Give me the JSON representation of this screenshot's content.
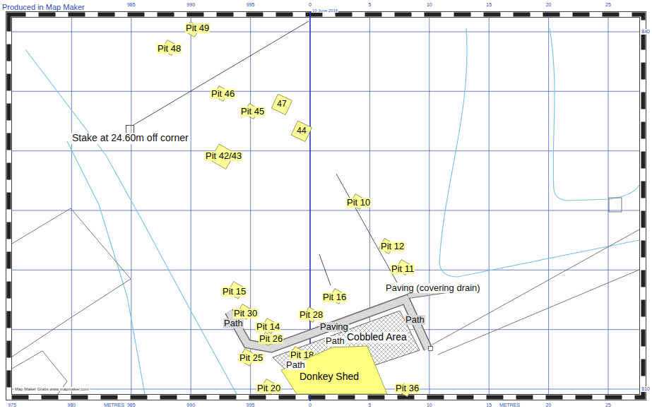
{
  "diagram": {
    "nodes": [
      {
        "text": [
          "Pit 49"
        ]
      },
      {
        "text": [
          "Pit 48"
        ]
      },
      {
        "text": [
          "Pit 46"
        ]
      },
      {
        "text": [
          "47"
        ]
      },
      {
        "text": [
          "Pit 45"
        ]
      },
      {
        "text": [
          "44"
        ]
      },
      {
        "text": [
          "Pit 42/43"
        ]
      },
      {
        "text": [
          "Pit 10"
        ]
      },
      {
        "text": [
          "Pit 12"
        ]
      },
      {
        "text": [
          "Pit 11"
        ]
      },
      {
        "text": [
          "Pit 15"
        ]
      },
      {
        "text": [
          "Pit 16"
        ]
      },
      {
        "text": [
          "Pit 30"
        ]
      },
      {
        "text": [
          "Pit 28"
        ]
      },
      {
        "text": [
          "Pit 14"
        ]
      },
      {
        "text": [
          "Cobbled Area"
        ]
      },
      {
        "text": [
          "Pit 26"
        ]
      },
      {
        "text": [
          "Pit 18"
        ]
      },
      {
        "text": [
          "Pit 25"
        ]
      },
      {
        "text": [
          "Donkey Shed"
        ]
      },
      {
        "text": [
          "Pit 20"
        ]
      },
      {
        "text": [
          "Pit 36"
        ]
      }
    ],
    "labels": [
      "Produced in Map Maker",
      "10 June 2016",
      "985",
      "990",
      "995",
      "0",
      "5",
      "10",
      "15",
      "20",
      "25",
      "975",
      "980",
      "985",
      "990",
      "995",
      "0",
      "5",
      "10",
      "15",
      "20",
      "25",
      "METRES",
      "METRES",
      "840",
      "810",
      "Stake at 24.60m off corner",
      "Path",
      "Paving",
      "Path",
      "Path",
      "Paving (covering drain)",
      "Path",
      "Map Maker Gratis www.mapmaker.com"
    ]
  }
}
